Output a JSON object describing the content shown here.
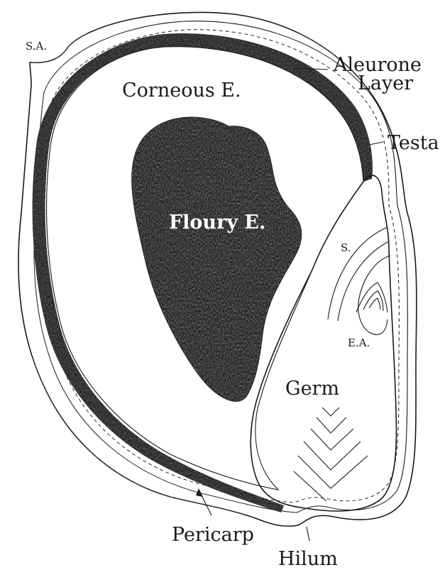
{
  "labels": {
    "sa": "S.A.",
    "aleurone_line1": "Aleurone",
    "aleurone_line2": "Layer",
    "corneous": "Corneous E.",
    "testa": "Testa",
    "floury": "Floury E.",
    "scutellum": "S.",
    "embryonic_axis": "E.A.",
    "germ": "Germ",
    "pericarp": "Pericarp",
    "hilum": "Hilum"
  },
  "colors": {
    "ink": "#1a1a1a",
    "paper": "#ffffff",
    "stipple": "#2b2b2b"
  }
}
